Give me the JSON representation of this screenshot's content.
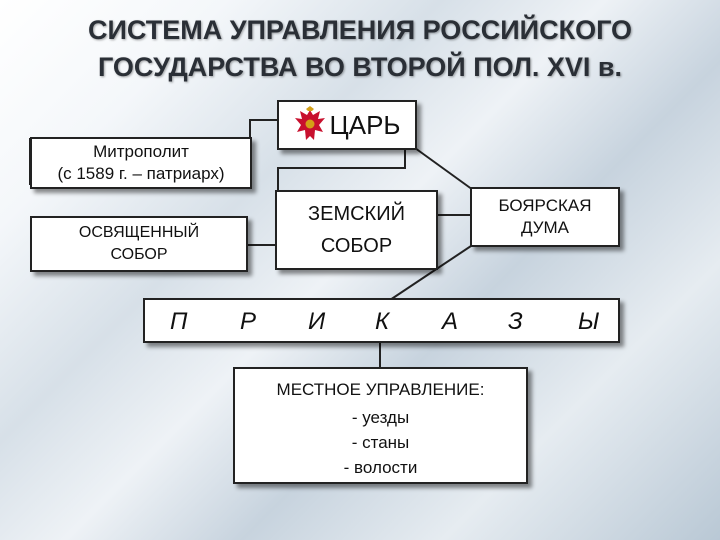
{
  "title": {
    "line1": "СИСТЕМА УПРАВЛЕНИЯ РОССИЙСКОГО",
    "line2": "ГОСУДАРСТВА ВО ВТОРОЙ ПОЛ. XVI в."
  },
  "nodes": {
    "tsar": {
      "label": "ЦАРЬ",
      "icon": "double-headed-eagle-icon"
    },
    "metropolitan": {
      "line1": "Митрополит",
      "line2": "(с 1589 г. – патриарх)"
    },
    "sacred_council": {
      "line1": "ОСВЯЩЕННЫЙ",
      "line2": "СОБОР"
    },
    "zemsky_sobor": {
      "line1": "ЗЕМСКИЙ",
      "line2": "СОБОР"
    },
    "boyar_duma": {
      "line1": "БОЯРСКАЯ",
      "line2": "ДУМА"
    },
    "prikazy": {
      "letters": [
        "П",
        "Р",
        "И",
        "К",
        "А",
        "З",
        "Ы"
      ]
    },
    "local_government": {
      "title": "МЕСТНОЕ УПРАВЛЕНИЕ:",
      "items": [
        "- уезды",
        "- станы",
        "- волости"
      ]
    }
  },
  "colors": {
    "eagle": "#c8102e",
    "gold": "#d4a017"
  }
}
